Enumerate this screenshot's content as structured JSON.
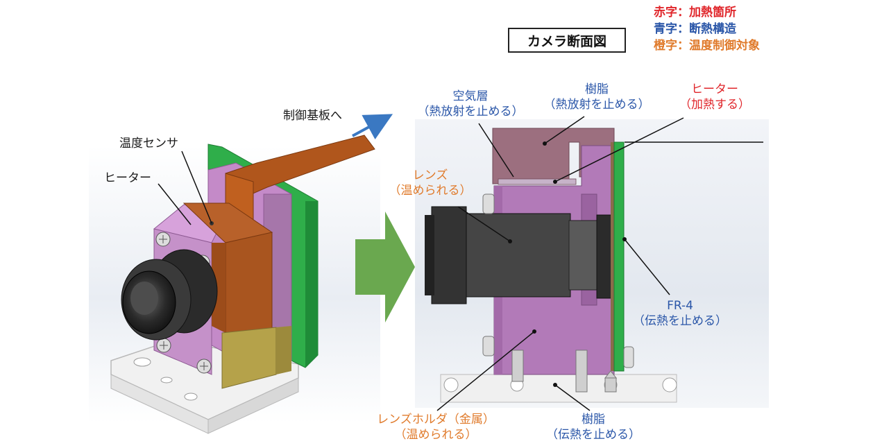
{
  "title": "カメラ断面図",
  "legend": {
    "red": "赤字：加熱箇所",
    "blue": "青字：断熱構造",
    "orange": "橙字：温度制御対象",
    "colors": {
      "red": "#e0262b",
      "blue": "#2a56a8",
      "orange": "#e07b2c"
    }
  },
  "left_labels": {
    "board": "制御基板へ",
    "sensor": "温度センサ",
    "heater": "ヒーター"
  },
  "right_labels": {
    "air_layer": {
      "line1": "空気層",
      "line2": "（熱放射を止める）"
    },
    "resin_top": {
      "line1": "樹脂",
      "line2": "（熱放射を止める）"
    },
    "heater": {
      "line1": "ヒーター",
      "line2": "（加熱する）"
    },
    "lens": {
      "line1": "レンズ",
      "line2": "（温められる）"
    },
    "fr4": {
      "line1": "FR-4",
      "line2": "（伝熱を止める）"
    },
    "holder": {
      "line1": "レンズホルダ（金属）",
      "line2": "（温められる）"
    },
    "resin_bottom": {
      "line1": "樹脂",
      "line2": "（伝熱を止める）"
    }
  }
}
